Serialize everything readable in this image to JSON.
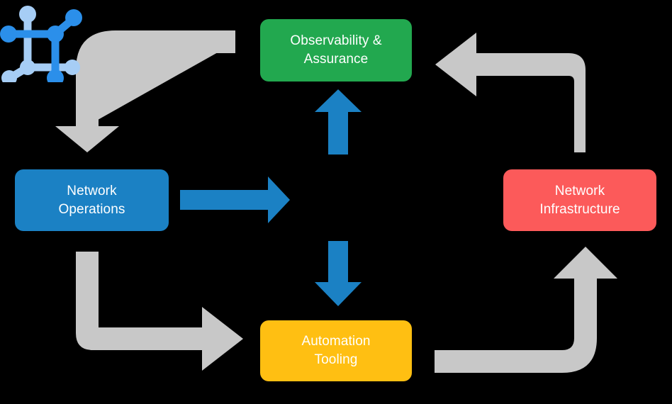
{
  "diagram": {
    "title": "Network automation lifecycle loop",
    "background_color": "#000000",
    "nodes": [
      {
        "id": "observability",
        "label_line1": "Observability &",
        "label_line2": "Assurance",
        "color": "#22A84F",
        "position": "top"
      },
      {
        "id": "network-infrastructure",
        "label_line1": "Network",
        "label_line2": "Infrastructure",
        "color": "#FC5A5A",
        "position": "right"
      },
      {
        "id": "automation-tooling",
        "label_line1": "Automation",
        "label_line2": "Tooling",
        "color": "#FFBF12",
        "position": "bottom"
      },
      {
        "id": "network-operations",
        "label_line1": "Network",
        "label_line2": "Operations",
        "color": "#1B81C4",
        "position": "left"
      }
    ],
    "center": {
      "icon_name": "network-topology-icon",
      "color_primary": "#2B8FEA",
      "color_secondary": "#A6CDF5"
    },
    "arrows": {
      "blue_color": "#1B81C4",
      "gray_color": "#C8C8C8",
      "blue": [
        {
          "id": "operations-to-center",
          "direction": "right"
        },
        {
          "id": "center-to-observability",
          "direction": "up"
        },
        {
          "id": "center-to-automation",
          "direction": "down"
        }
      ],
      "gray": [
        {
          "id": "observability-to-operations",
          "corner": "top-left",
          "direction": "down"
        },
        {
          "id": "infrastructure-to-observability",
          "corner": "top-right",
          "direction": "left"
        },
        {
          "id": "operations-to-automation",
          "corner": "bottom-left",
          "direction": "right"
        },
        {
          "id": "automation-to-infrastructure",
          "corner": "bottom-right",
          "direction": "up"
        }
      ]
    }
  }
}
